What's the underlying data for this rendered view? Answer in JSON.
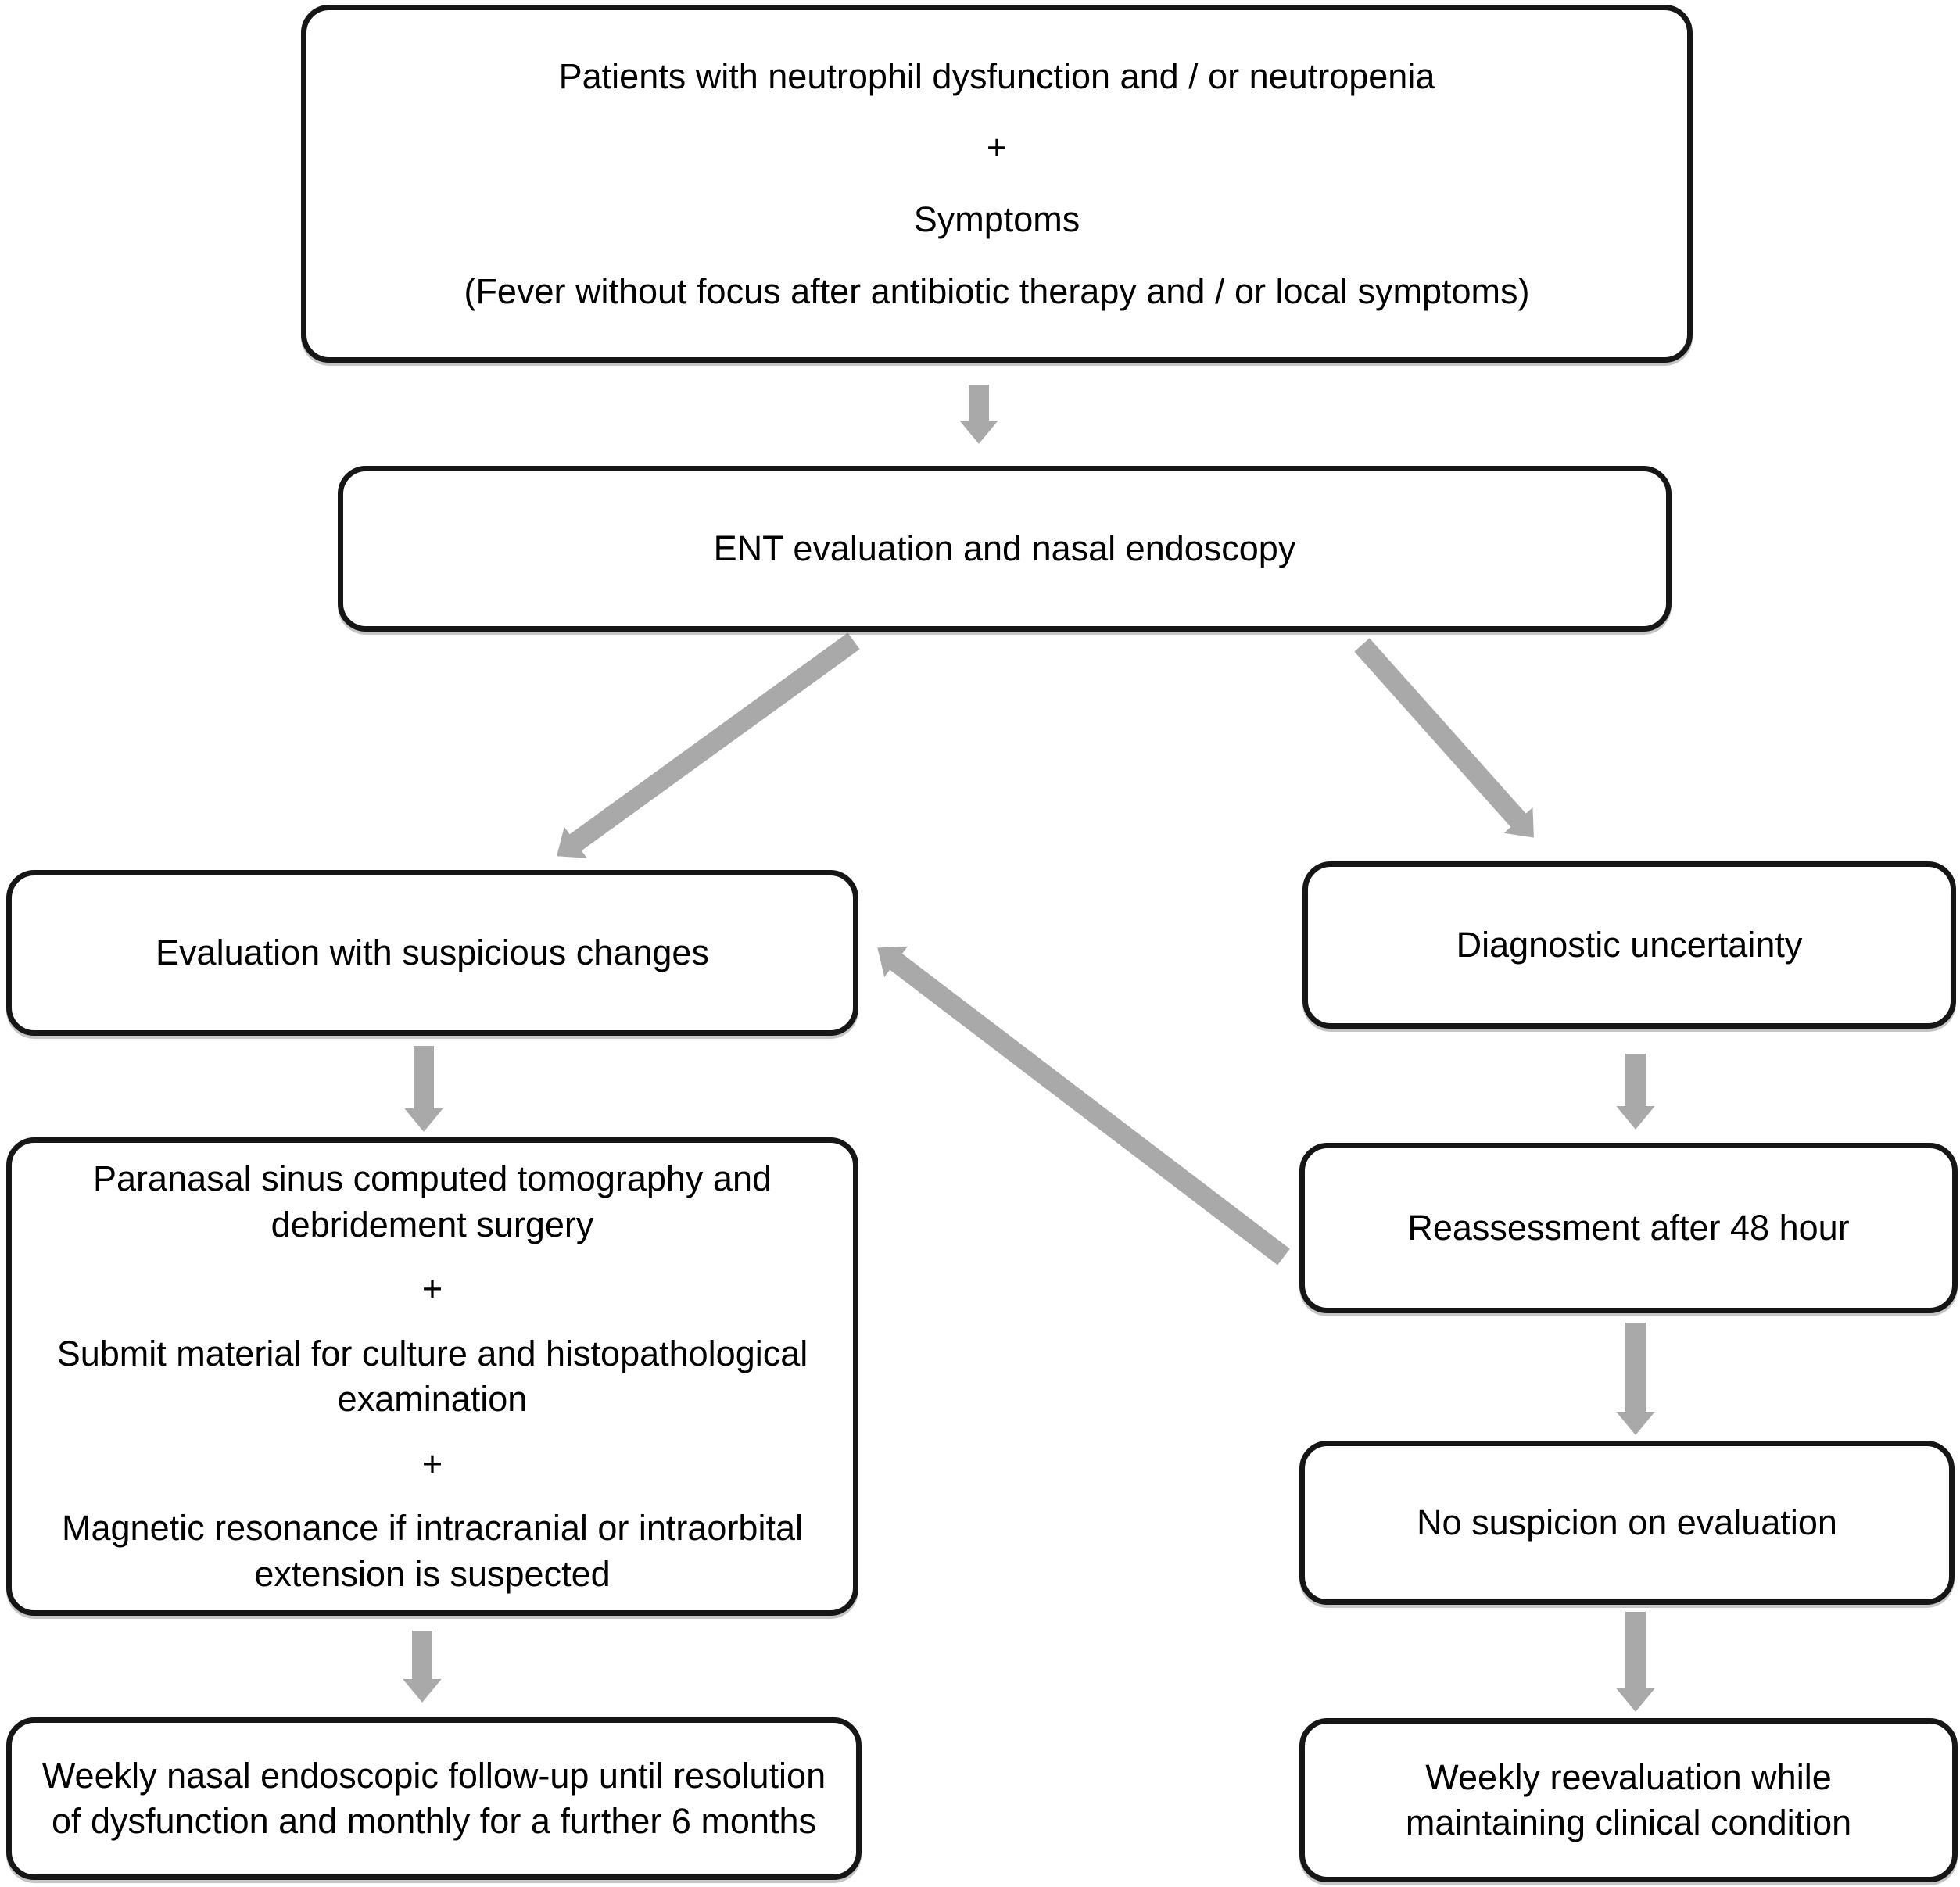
{
  "colors": {
    "page_bg": "#ffffff",
    "box_fill": "#ffffff",
    "box_border": "#161616",
    "text": "#000000",
    "arrow": "#a9a9a9"
  },
  "nodes": {
    "patients": {
      "lines": [
        "Patients with neutrophil dysfunction and / or neutropenia",
        "+",
        "Symptoms",
        "(Fever without focus after antibiotic therapy and / or local symptoms)"
      ]
    },
    "ent": {
      "label": "ENT evaluation and nasal endoscopy"
    },
    "suspicious": {
      "label": "Evaluation with suspicious changes"
    },
    "diagnostic": {
      "label": "Diagnostic uncertainty"
    },
    "workup": {
      "lines": [
        "Paranasal sinus computed tomography and debridement surgery",
        "+",
        "Submit material for culture and histopathological examination",
        "+",
        "Magnetic resonance if intracranial or intraorbital extension is suspected"
      ]
    },
    "weekly_endoscopic": {
      "label": "Weekly nasal endoscopic follow-up until resolution of dysfunction and monthly for a further 6 months"
    },
    "reassessment": {
      "label": "Reassessment after 48 hour"
    },
    "no_suspicion": {
      "label": "No suspicion on evaluation"
    },
    "weekly_reevaluation": {
      "label": "Weekly reevaluation while maintaining clinical condition"
    }
  },
  "edges": [
    {
      "from": "patients",
      "to": "ent",
      "style": "vertical"
    },
    {
      "from": "ent",
      "to": "suspicious",
      "style": "diagonal-down-left"
    },
    {
      "from": "ent",
      "to": "diagnostic",
      "style": "diagonal-down-right"
    },
    {
      "from": "suspicious",
      "to": "workup",
      "style": "vertical"
    },
    {
      "from": "workup",
      "to": "weekly_endoscopic",
      "style": "vertical"
    },
    {
      "from": "diagnostic",
      "to": "reassessment",
      "style": "vertical"
    },
    {
      "from": "reassessment",
      "to": "suspicious",
      "style": "diagonal-up-left"
    },
    {
      "from": "reassessment",
      "to": "no_suspicion",
      "style": "vertical"
    },
    {
      "from": "no_suspicion",
      "to": "weekly_reevaluation",
      "style": "vertical"
    }
  ]
}
